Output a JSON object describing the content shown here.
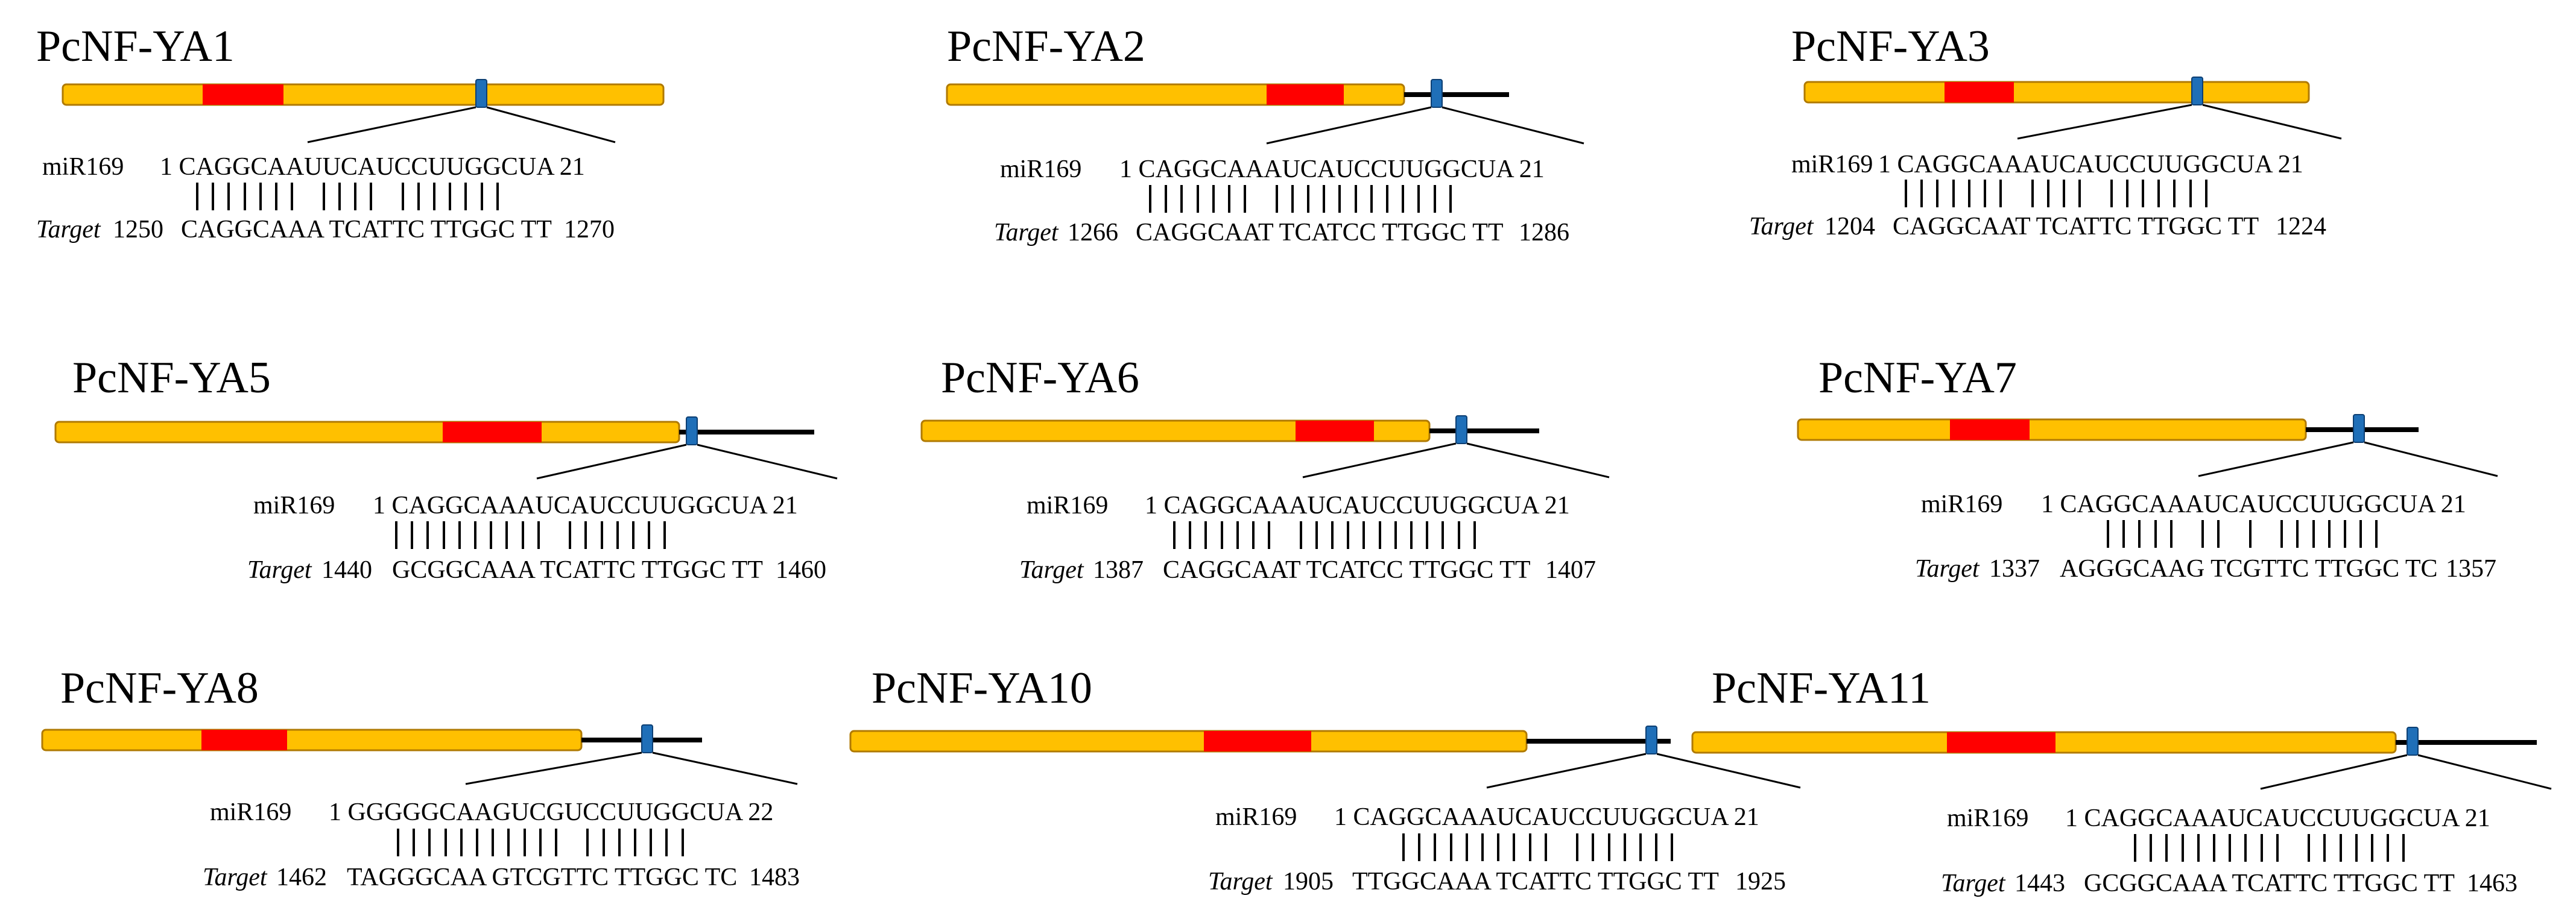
{
  "colors": {
    "orf": "#FFC000",
    "orf_border": "#B07A00",
    "domain": "#FF0000",
    "site": "#1F6FB8",
    "utr": "#000000"
  },
  "mirna_label": "miR169",
  "target_label": "Target",
  "panels": [
    {
      "name": "PcNF-YA1",
      "has_utr": false,
      "mirna": "1 CAGGCAAUUCAUCCUUGGCUA 21",
      "pairing": "||||||| |||| |||||||",
      "target_start": "1250",
      "target_seq": "CAGGCAAA TCATTC TTGGC TT",
      "target_end": "1270"
    },
    {
      "name": "PcNF-YA2",
      "has_utr": true,
      "mirna": "1 CAGGCAAAUCAUCCUUGGCUA 21",
      "pairing": "||||||| ||||||||||||",
      "target_start": "1266",
      "target_seq": "CAGGCAAT TCATCC TTGGC TT",
      "target_end": "1286"
    },
    {
      "name": "PcNF-YA3",
      "has_utr": false,
      "mirna": "1 CAGGCAAAUCAUCCUUGGCUA 21",
      "pairing": "||||||| |||| |||||||",
      "target_start": "1204",
      "target_seq": "CAGGCAAT TCATTC TTGGC TT",
      "target_end": "1224"
    },
    {
      "name": "PcNF-YA5",
      "has_utr": true,
      "mirna": "1 CAGGCAAAUCAUCCUUGGCUA 21",
      "pairing": "|||||||||| |||||||",
      "target_start": "1440",
      "target_seq": "GCGGCAAA TCATTC TTGGC TT",
      "target_end": "1460"
    },
    {
      "name": "PcNF-YA6",
      "has_utr": true,
      "mirna": "1 CAGGCAAAUCAUCCUUGGCUA 21",
      "pairing": "||||||| ||||||||||||",
      "target_start": "1387",
      "target_seq": "CAGGCAAT TCATCC TTGGC TT",
      "target_end": "1407"
    },
    {
      "name": "PcNF-YA7",
      "has_utr": true,
      "mirna": "1 CAGGCAAAUCAUCCUUGGCUA 21",
      "pairing": "||||| || | |||||||",
      "target_start": "1337",
      "target_seq": "AGGGCAAG TCGTTC TTGGC TC",
      "target_end": "1357"
    },
    {
      "name": "PcNF-YA8",
      "has_utr": true,
      "mirna": "1 GGGGGCAAGUCGUCCUUGGCUA 22",
      "pairing": "||||||||||| |||||||",
      "target_start": "1462",
      "target_seq": "TAGGGCAA GTCGTTC TTGGC TC",
      "target_end": "1483"
    },
    {
      "name": "PcNF-YA10",
      "has_utr": true,
      "mirna": "1 CAGGCAAAUCAUCCUUGGCUA 21",
      "pairing": "|||||||||| |||||||",
      "target_start": "1905",
      "target_seq": "TTGGCAAA TCATTC TTGGC TT",
      "target_end": "1925"
    },
    {
      "name": "PcNF-YA11",
      "has_utr": true,
      "mirna": "1 CAGGCAAAUCAUCCUUGGCUA 21",
      "pairing": "|||||||||| |||||||",
      "target_start": "1443",
      "target_seq": "GCGGCAAA TCATTC TTGGC TT",
      "target_end": "1463"
    }
  ]
}
